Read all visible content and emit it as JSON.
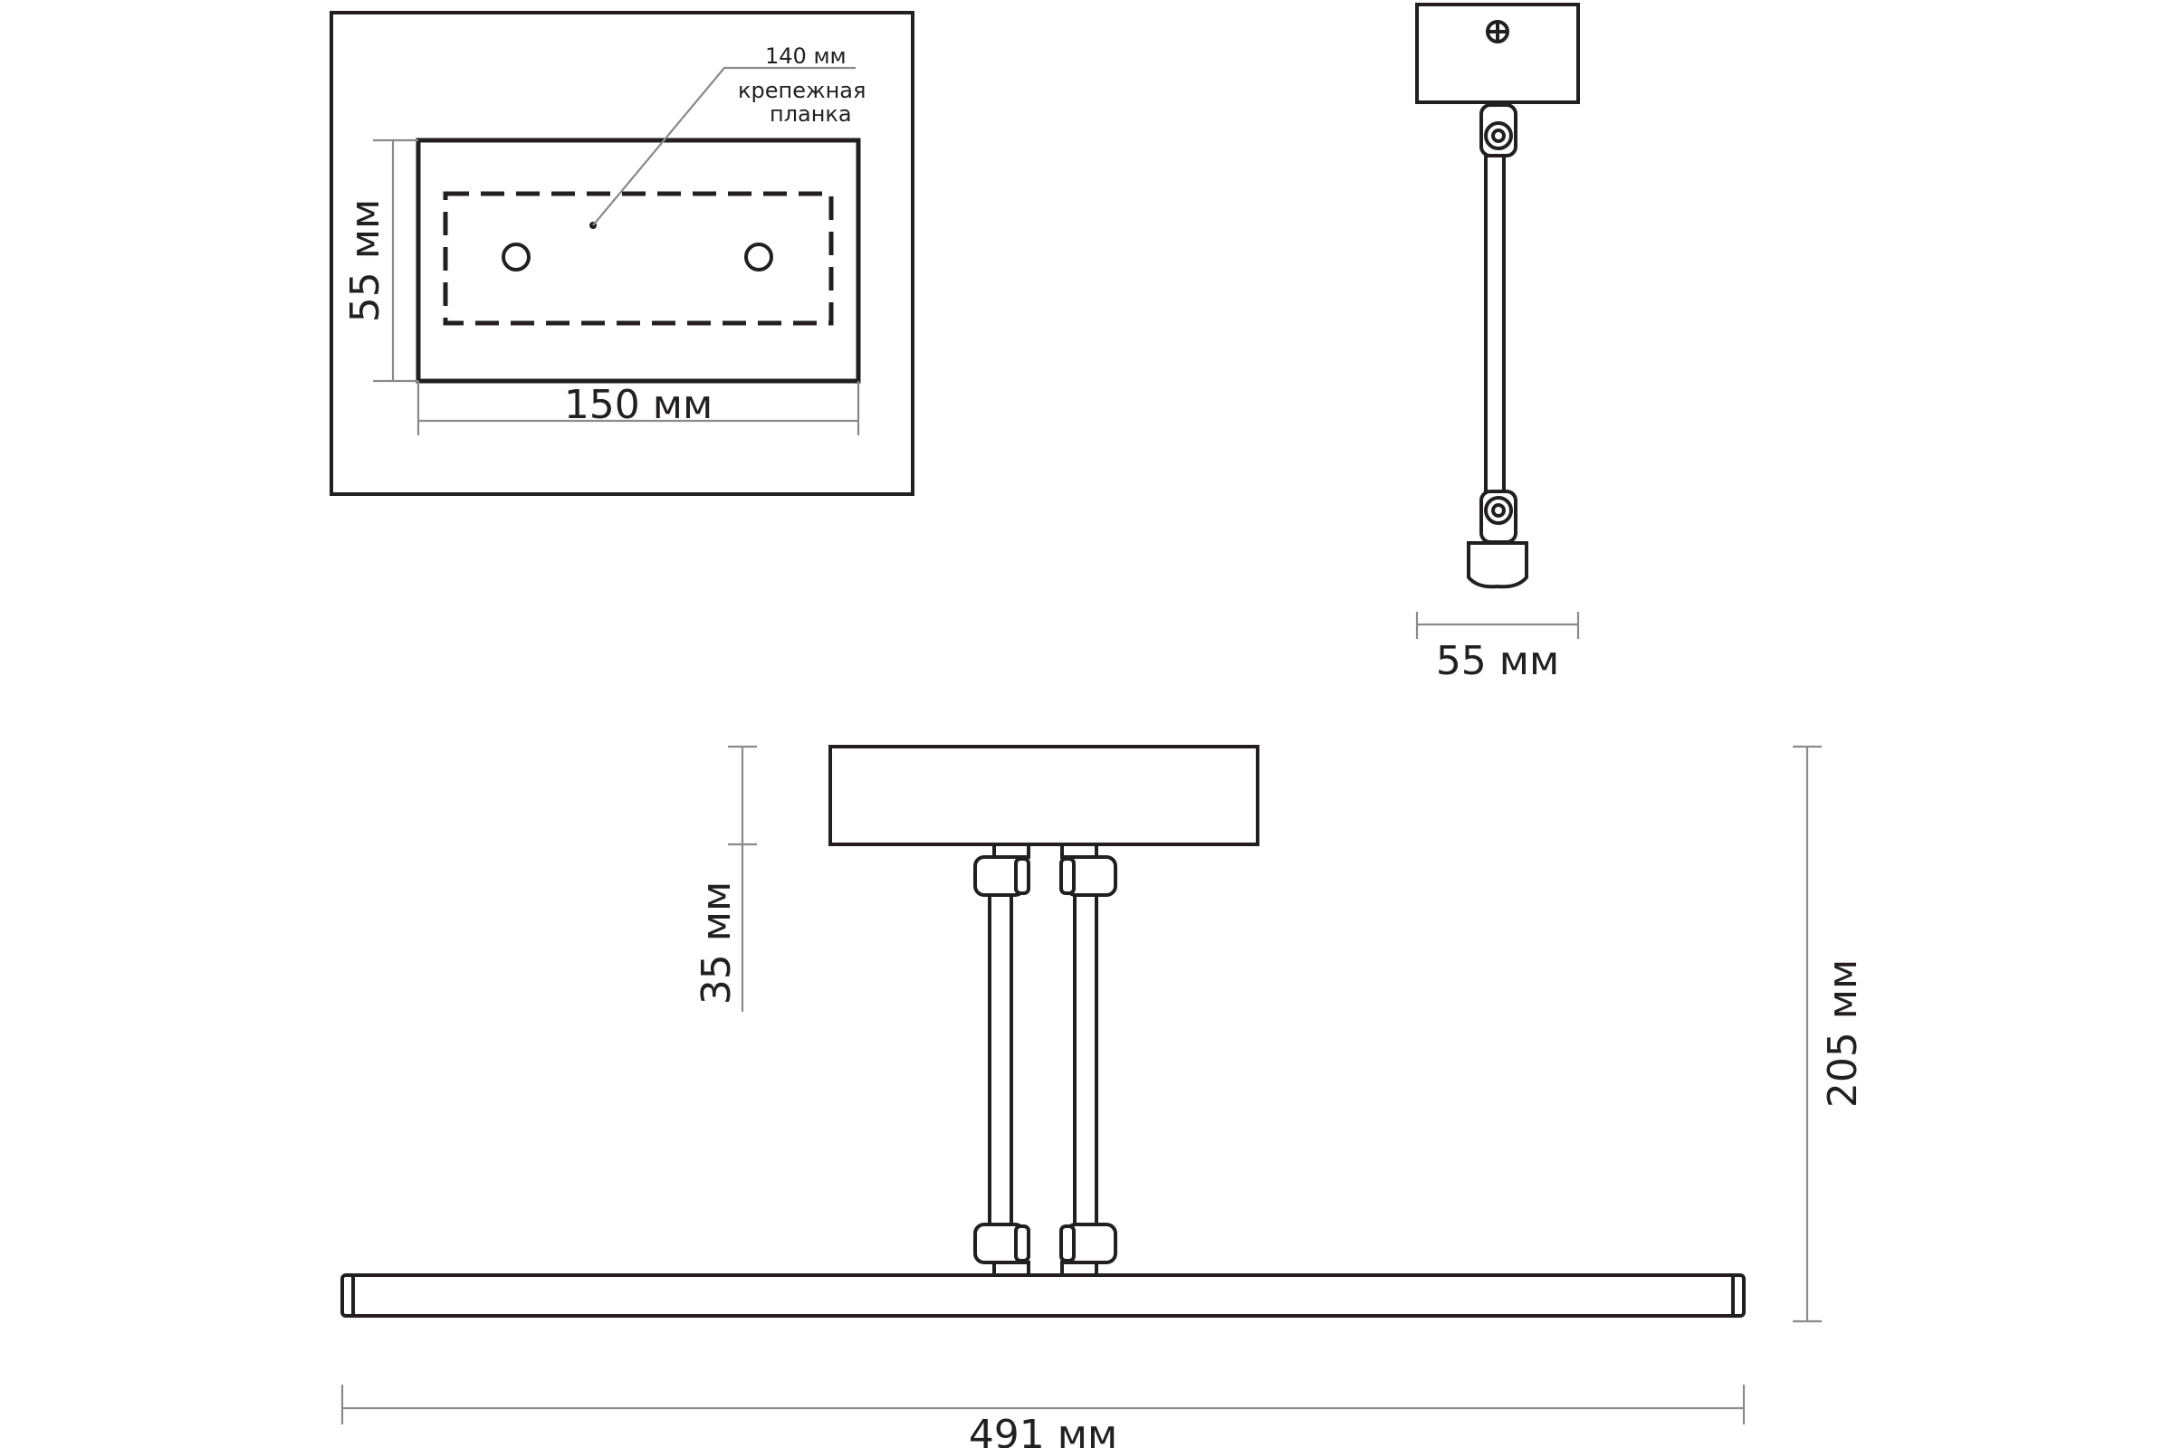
{
  "plate_view": {
    "label_140": "140 мм",
    "label_bracket_line1": "крепежная",
    "label_bracket_line2": "планка",
    "label_height": "55 мм",
    "label_width": "150 мм"
  },
  "side_view": {
    "label_depth": "55 мм"
  },
  "front_view": {
    "label_base_height": "35 мм",
    "label_total_height": "205 мм",
    "label_length": "491 мм"
  }
}
